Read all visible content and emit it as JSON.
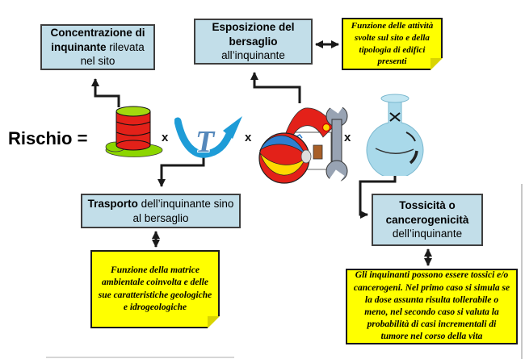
{
  "formula": {
    "risk_label": "Rischio =",
    "times_operator": "x"
  },
  "boxes": {
    "concentration": {
      "bold": "Concentrazione di inquinante",
      "regular": "rilevata nel sito"
    },
    "exposure": {
      "bold": "Esposizione del bersaglio",
      "regular": "all’inquinante"
    },
    "transport": {
      "bold": "Trasporto",
      "regular": "dell’inquinante sino al bersaglio"
    },
    "toxicity": {
      "bold": "Tossicità o cancerogenicità",
      "regular": "dell’inquinante"
    }
  },
  "notes": {
    "activities": {
      "text": "Funzione delle attività svolte sul sito e della tipologia di edifici presenti"
    },
    "matrix": {
      "text": "Funzione della matrice ambientale coinvolta e delle sue caratteristiche geologiche e idrogeologiche"
    },
    "toxic": {
      "text": "Gli inquinanti possono essere tossici e/o cancerogeni. Nel primo caso si simula se la dose assunta risulta tollerabile o meno, nel secondo caso si valuta la probabilità di casi incrementali di tumore nel corso della vita"
    }
  },
  "icons": {
    "barrel": "pollutant-barrel-icon (red drum, green lid, green spill)",
    "transport": "transport-swoosh-icon (blue curved arrow with serif T)",
    "exposure": "house-beachball-wrench-icon (red-roof house, beach ball, grey wrench)",
    "flask": "toxic-flask-icon (light blue round-bottom flask with X mark)"
  },
  "colors": {
    "box_fill": "#c2dee9",
    "box_border": "#3f3f3f",
    "note_fill": "#ffff00",
    "arrow": "#1a1a1a",
    "barrel_red": "#e32119",
    "lid_green": "#a3d80e",
    "spill_green": "#8cd600",
    "swoosh_blue": "#1e9cd7",
    "t_letter_blue": "#5588bb",
    "ball_blue": "#2e7fd0",
    "ball_yellow": "#ffd900",
    "flask_blue": "#a9d9ea",
    "wrench_grey": "#98a3b3"
  }
}
